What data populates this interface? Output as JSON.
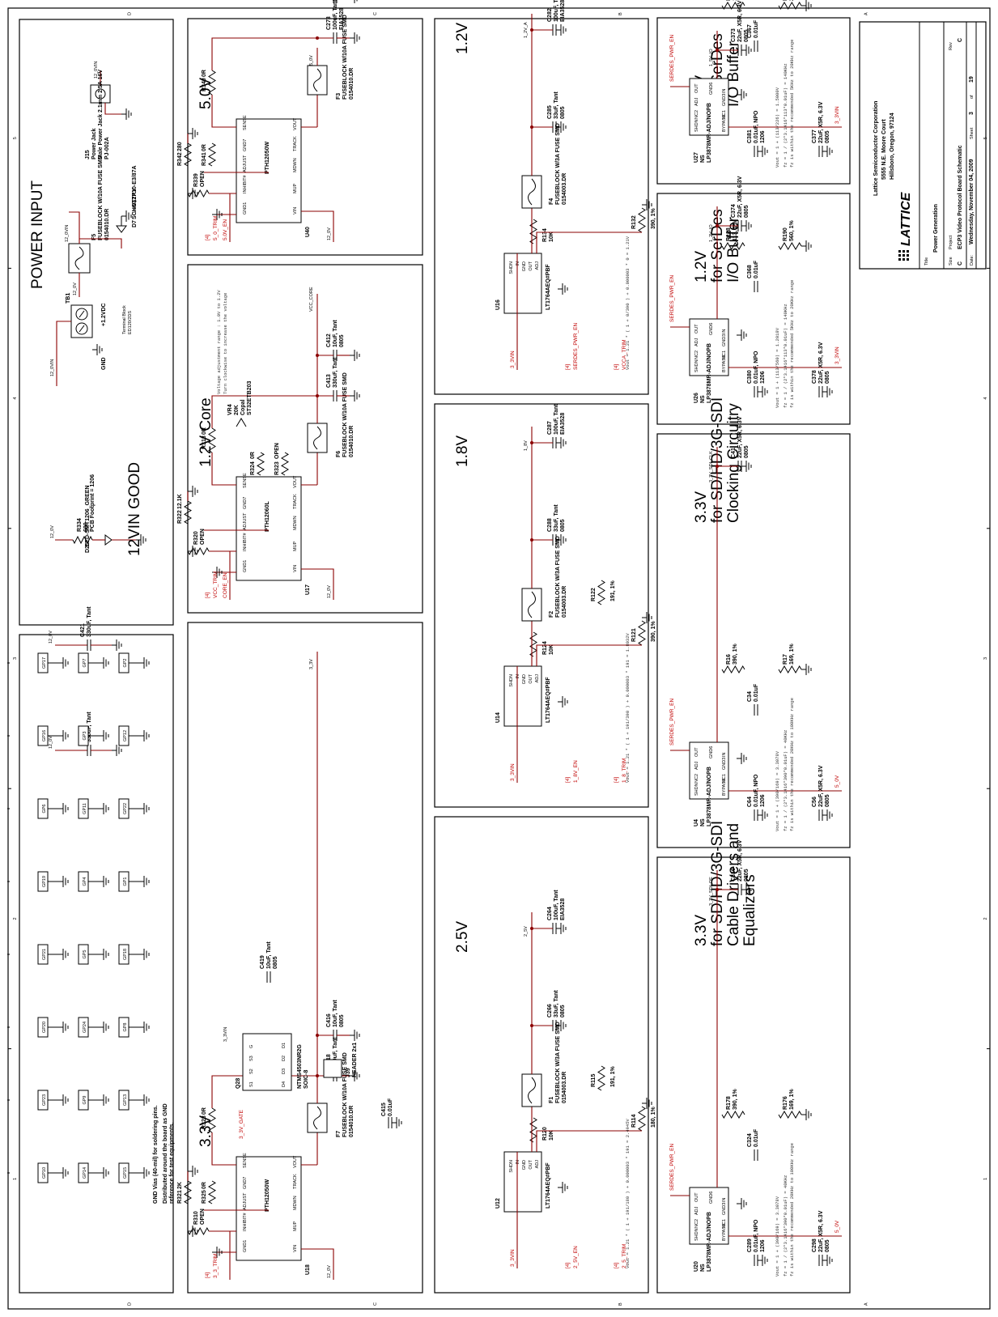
{
  "sheet": {
    "power_input": {
      "title": "POWER INPUT",
      "jack": {
        "ref": "J15",
        "desc1": "Power Jack",
        "desc2": "Male Power Jack 2.1mm 2.5A 16V",
        "part": "PJ-002A",
        "net": "12_0VIN"
      },
      "fuse": {
        "ref": "F5",
        "desc": "FUSEBLOCK W/10A FUSE SMD",
        "part": "0154010.DR",
        "net_in": "12_0VIN",
        "net_out": "12_0V"
      },
      "diode": {
        "ref": "D7",
        "type": "SCHOTTKY",
        "vendor": "Vishay",
        "part": "V12P10-E3/87A"
      },
      "terminal": {
        "ref": "TB1",
        "plus": "+1.2VDC",
        "gnd": "GND",
        "desc": "Terminal Block",
        "part": "ED120/2DS",
        "net": "12_0VIN"
      },
      "led": {
        "net": "12_0V",
        "r_ref": "R334",
        "r_val": "680",
        "r_fp": "PCB Footprint = 1206",
        "d_ref": "D25",
        "d_part": "LED-SMT1206_GREEN",
        "label": "12VIN GOOD"
      },
      "caps": [
        {
          "ref": "C421",
          "val": "330uF, Tant",
          "net": "12_0V"
        },
        {
          "ref": "C386",
          "val": "330uF, Tant",
          "net": "12_0V"
        }
      ]
    },
    "gnd_vias": {
      "label": "GP",
      "rows": [
        [
          "GP17",
          "GP16",
          "GP6",
          "GP19",
          "GP21",
          "GP20",
          "GP23",
          "GP10"
        ],
        [
          "GP7",
          "GP3",
          "GP11",
          "GP4",
          "GP5",
          "GP24",
          "GP9",
          "GP14"
        ],
        [
          "GP2",
          "GP12",
          "GP22",
          "GP1",
          "GP18",
          "GP8",
          "GP13",
          "GP15"
        ]
      ],
      "note1": "GND Vias (40-mil) for soldering pins.",
      "note2": "Distributed around the board as GND",
      "note3": "reference for test equipments."
    },
    "module_pins": {
      "left": [
        "VIN",
        "MUP",
        "MDWN",
        "TRACK",
        "VOUT"
      ],
      "right": [
        "GND1",
        "INHIBIT#",
        "ADJUST",
        "GND7",
        "SENSE"
      ]
    },
    "ldo_pins": {
      "left": [
        "BYPASS",
        "NC1",
        "GND3",
        "IN"
      ],
      "right": [
        "SHDN",
        "NC2",
        "ADJ",
        "OUT"
      ],
      "bottom_right": "GND6"
    },
    "lt_pins": [
      "SHDN",
      "IN",
      "GND",
      "OUT",
      "ADJ"
    ],
    "v50": {
      "title": "5.0V",
      "u": "U40",
      "u_part": "PTH12050W",
      "fuse": "F3",
      "fuse_desc": "FUSEBLOCK W/10A FUSE SMD",
      "fuse_part": "0154010.DR",
      "vin": "12_0V",
      "vout": "5_0V",
      "c_bulk": {
        "ref": "C273",
        "val": "100uF, Tant",
        "pkg": "EIA3528"
      },
      "c_small": {
        "ref": "C422",
        "val": "10uF, Tant",
        "pkg": "0805"
      },
      "r_sense": {
        "ref": "R340",
        "val": "0R"
      },
      "r_adj": {
        "ref": "R341",
        "val": "0R"
      },
      "r_trim": {
        "ref": "R342",
        "val": "280"
      },
      "r_en": {
        "ref": "R339",
        "val": "OPEN"
      },
      "trim": "5_0_TRIM",
      "en": "5.0V_EN",
      "page": "[4]"
    },
    "v12core": {
      "title": "1.2V Core",
      "u": "U17",
      "u_part": "PTH12060L",
      "fuse": "F6",
      "fuse_desc": "FUSEBLOCK W/10A FUSE SMD",
      "fuse_part": "0154010.DR",
      "vin": "12_0V",
      "vout": "VCC_CORE",
      "c_bulk": {
        "ref": "C413",
        "val": "330uF, Tant"
      },
      "c_small": {
        "ref": "C412",
        "val": "10uF, Tant",
        "pkg": "0805"
      },
      "r_sense": {
        "ref": "R318",
        "val": "0R"
      },
      "r_trim": {
        "ref": "R322",
        "val": "12.1K"
      },
      "r_324": {
        "ref": "R324",
        "val": "0R"
      },
      "r_323": {
        "ref": "R323",
        "val": "OPEN"
      },
      "r_en": {
        "ref": "R320",
        "val": "OPEN"
      },
      "pot": {
        "ref": "VR4",
        "val": "20K",
        "vendor": "Copal",
        "part": "ST32ETB203"
      },
      "note1": "Voltage adjustment range : 1.0V to 1.2V",
      "note2": "Turn clockwise to increase the voltage",
      "trim": "VCC_TRIM",
      "en": "CORE_EN",
      "page": "[4]"
    },
    "v33": {
      "title": "3.3V",
      "u": "U18",
      "u_part": "PTH12050W",
      "fuse": "F7",
      "fuse_desc": "FUSEBLOCK W/10A FUSE SMD",
      "fuse_part": "0154010.DR",
      "vin": "12_0V",
      "vout": "3_3V",
      "vin2": "3_3VIN",
      "c_bulk": {
        "ref": "C418",
        "val": "330uF, Tant"
      },
      "c_small": {
        "ref": "C416",
        "val": "10uF, Tant",
        "pkg": "0805"
      },
      "c_in": {
        "ref": "C419",
        "val": "10uF, Tant",
        "pkg": "0805"
      },
      "c_gate": {
        "ref": "C415",
        "val": "0.01uF"
      },
      "q": {
        "ref": "Q28",
        "part": "NTMS4503NR2G",
        "pkg": "SOIC-8",
        "pins": [
          "S1",
          "S2",
          "S3",
          "G",
          "D4",
          "D3",
          "D2",
          "D1"
        ]
      },
      "hdr": {
        "ref": "J39",
        "part": "HEADER 2x1"
      },
      "r_sense": {
        "ref": "R328",
        "val": "0R"
      },
      "r_adj": {
        "ref": "R325",
        "val": "0R"
      },
      "r_trim": {
        "ref": "R321",
        "val": "2K"
      },
      "r_en": {
        "ref": "R310",
        "val": "OPEN"
      },
      "gate": "3_3V_GATE",
      "trim": "3_3_TRIM",
      "page": "[4]"
    },
    "v12": {
      "title": "1.2V",
      "u": "U16",
      "u_part": "LT1764AEQ#PBF",
      "fuse": "F4",
      "fuse_desc": "FUSEBLOCK W/3A FUSE SMD",
      "fuse_part": "0154003.DR",
      "vin": "3_3VIN",
      "vout": "1_2V_A",
      "c_bulk": {
        "ref": "C282",
        "val": "100uF, Tant",
        "pkg": "EIA3528"
      },
      "c_mid": {
        "ref": "C285",
        "val": "33uF, Tant",
        "pkg": "0805"
      },
      "r_in": {
        "ref": "R134",
        "val": "10K"
      },
      "r_fb": {
        "ref": "R132",
        "val": "390, 1%"
      },
      "eq": "Vout = 1.21 * ( 1 + 0/390 ) + 0.000003 * 0 = 1.21V",
      "en": "SERDES_PWR_EN",
      "trim": "VCCA_TRIM",
      "page": "[4]"
    },
    "v18": {
      "title": "1.8V",
      "u": "U14",
      "u_part": "LT1764AEQ#PBF",
      "fuse": "F2",
      "fuse_desc": "FUSEBLOCK W/3A FUSE SMD",
      "fuse_part": "0154003.DR",
      "vin": "3_3VIN",
      "vout": "1_8V",
      "c_bulk": {
        "ref": "C287",
        "val": "100uF, Tant",
        "pkg": "EIA3528"
      },
      "c_mid": {
        "ref": "C288",
        "val": "33uF, Tant",
        "pkg": "0805"
      },
      "r_in": {
        "ref": "R124",
        "val": "10K"
      },
      "r_top": {
        "ref": "R122",
        "val": "191, 1%"
      },
      "r_fb": {
        "ref": "R121",
        "val": "390, 1%"
      },
      "eq": "Vout = 1.21 * ( 1 + 191/390 ) + 0.000003 * 191 = 1.8032V",
      "en": "1_8V_EN",
      "trim": "1_8_TRIM",
      "page": "[4]"
    },
    "v25": {
      "title": "2.5V",
      "u": "U12",
      "u_part": "LT1764AEQ#PBF",
      "fuse": "F1",
      "fuse_desc": "FUSEBLOCK W/3A FUSE SMD",
      "fuse_part": "0154003.DR",
      "vin": "3_3VIN",
      "vout": "2_5V",
      "c_bulk": {
        "ref": "C264",
        "val": "100uF, Tant",
        "pkg": "EIA3528"
      },
      "c_mid": {
        "ref": "C266",
        "val": "33uF, Tant",
        "pkg": "0805"
      },
      "r_in": {
        "ref": "R120",
        "val": "10K"
      },
      "r_top": {
        "ref": "R115",
        "val": "191, 1%"
      },
      "r_fb": {
        "ref": "R114",
        "val": "180, 1%"
      },
      "eq": "Vout = 1.21 * ( 1 + 191/180 ) + 0.000003 * 191 = 2.4945V",
      "en": "2_5V_EN",
      "trim": "2_5_TRIM",
      "page": "[4]"
    },
    "ldo15": {
      "title": "1.5V",
      "sub1": "for SerDes",
      "sub2": "I/O Buffer",
      "u": "U27",
      "u_part": "LP3878MR-ADJ/NOPB",
      "ns": "NS",
      "vin": "3_3VIN",
      "vout": "1_5V_IO",
      "en": "SERDES_PWR_EN",
      "c_in": {
        "ref": "C377",
        "val": "22uF, X5R, 6.3V",
        "pkg": "0805"
      },
      "c_byp": {
        "ref": "C381",
        "val": "0.01uF, NPO",
        "pkg": "1206"
      },
      "c_ff": {
        "ref": "C367",
        "val": "0.01uF"
      },
      "c_out": {
        "ref": "C373",
        "val": "22uF, X5R, 6.3V",
        "pkg": "0805"
      },
      "r_top": {
        "ref": "R189",
        "val": "113, 1%"
      },
      "r_bot": {
        "ref": "R191",
        "val": "226, 1%"
      },
      "eq1": "Vout = 1 + (113/226) = 1.5000V",
      "eq2": "fz = 1 / (2*3.1416*113*0.01uF) = 140KHz",
      "eq3": "fz is within the recommended 5KHz to 20KHz range"
    },
    "ldo12": {
      "title": "1.2V",
      "sub1": "for SerDes",
      "sub2": "I/O Buffer",
      "u": "U26",
      "u_part": "LP3878MR-ADJ/NOPB",
      "ns": "NS",
      "vin": "3_3VIN",
      "vout": "1_2V_IO",
      "en": "SERDES_PWR_EN",
      "c_in": {
        "ref": "C378",
        "val": "22uF, X5R, 6.3V",
        "pkg": "0805"
      },
      "c_byp": {
        "ref": "C380",
        "val": "0.01uF, NPO",
        "pkg": "1206"
      },
      "c_ff": {
        "ref": "C368",
        "val": "0.01uF"
      },
      "c_out": {
        "ref": "C374",
        "val": "22uF, X5R, 6.3V",
        "pkg": "0805"
      },
      "r_top": {
        "ref": "R188",
        "val": "113, 1%"
      },
      "r_bot": {
        "ref": "R190",
        "val": "560, 1%"
      },
      "eq1": "Vout = 1 + (113/560) = 1.2018V",
      "eq2": "fz = 1 / (2*3.1416*113*0.01uF) = 140KHz",
      "eq3": "fz is within the recommended 5KHz to 20KHz range"
    },
    "ldo33clk": {
      "title": "3.3V",
      "sub1": "for SD/HD/3G-SDI",
      "sub2": "Clocking Circuitry",
      "u": "U4",
      "u_part": "LP3878MR-ADJ/NOPB",
      "ns": "NS",
      "vin": "5_0V",
      "vout": "3_3V_SDI_CLK",
      "en": "SERDES_PWR_EN",
      "c_in": {
        "ref": "C56",
        "val": "22uF, X5R, 6.3V",
        "pkg": "0805"
      },
      "c_byp": {
        "ref": "C64",
        "val": "0.01uF, NPO",
        "pkg": "1206"
      },
      "c_ff": {
        "ref": "C34",
        "val": "0.01uF"
      },
      "c_out": {
        "ref": "C41",
        "val": "22uF, X5R, 6.3V",
        "pkg": "0805"
      },
      "r_top": {
        "ref": "R16",
        "val": "390, 1%"
      },
      "r_bot": {
        "ref": "R17",
        "val": "169, 1%"
      },
      "eq1": "Vout = 1 + (390/169) = 3.3078V",
      "eq2": "fz = 1 / (2*3.1416*390*0.01uF) = 40KHz",
      "eq3": "fz is within the recommended 20KHz to 100KHz range"
    },
    "ldo33de": {
      "title": "3.3V",
      "sub1": "for SD/HD/3G-SDI",
      "sub2": "Cable Drivers and",
      "sub3": "Equalizers",
      "u": "U20",
      "u_part": "LP3878MR-ADJ/NOPB",
      "ns": "NS",
      "vin": "5_0V",
      "vout": "3_3V_SDI_DE",
      "en": "SERDES_PWR_EN",
      "c_in": {
        "ref": "C298",
        "val": "22uF, X5R, 6.3V",
        "pkg": "0805"
      },
      "c_byp": {
        "ref": "C289",
        "val": "0.01uF, NPO",
        "pkg": "1206"
      },
      "c_ff": {
        "ref": "C324",
        "val": "0.01uF"
      },
      "c_out": {
        "ref": "C316",
        "val": "22uF, X5R, 6.3V",
        "pkg": "0805"
      },
      "r_top": {
        "ref": "R178",
        "val": "390, 1%"
      },
      "r_bot": {
        "ref": "R176",
        "val": "169, 1%"
      },
      "eq1": "Vout = 1 + (390/169) = 3.3078V",
      "eq2": "fz = 1 / (2*3.1416*390*0.01uF) = 40KHz",
      "eq3": "fz is within the recommended 20KHz to 100KHz range"
    },
    "title_block": {
      "company": "Lattice Semiconductor Corporation",
      "addr1": "5555 N.E. Moore Court",
      "addr2": "Hillsboro, Oregon, 97124",
      "logo": "LATTICE",
      "title_label": "Title",
      "title": "Power Generation",
      "size_label": "Size",
      "size": "C",
      "project_label": "Project",
      "project": "ECP3 Video Protocol Board Schematic",
      "rev_label": "Rev",
      "rev": "C",
      "date_label": "Date:",
      "date": "Wednesday, November 04, 2009",
      "sheet_label": "Sheet",
      "sheet": "3",
      "of_label": "of",
      "of": "19"
    },
    "frame": {
      "rows": [
        "A",
        "B",
        "C",
        "D"
      ],
      "cols": [
        "1",
        "2",
        "3",
        "4",
        "5"
      ]
    }
  }
}
